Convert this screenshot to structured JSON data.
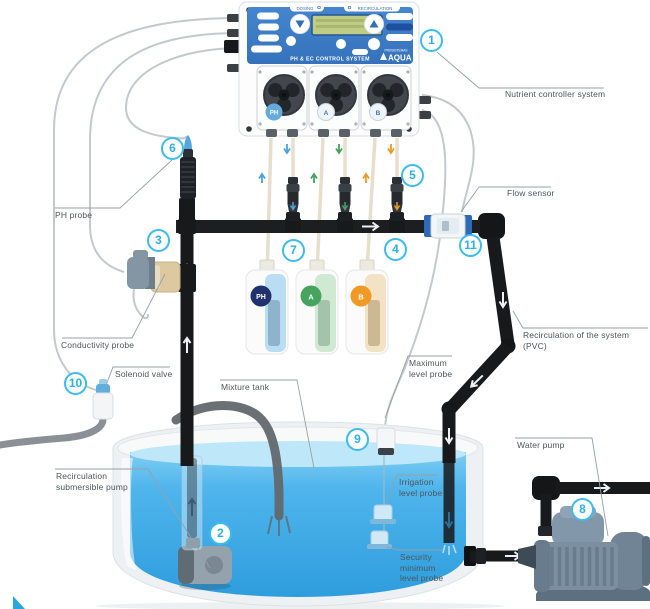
{
  "diagram": {
    "controller": {
      "title": "PH & EC CONTROL SYSTEM",
      "brand": "AQUA",
      "brand_prefix": "PROSISTEMAS",
      "button_dosing": "DOSING",
      "button_recirculation": "RECIRCULATION",
      "pumps": {
        "ph": "PH",
        "a": "A",
        "b": "B"
      }
    },
    "bottles": {
      "ph": "PH",
      "a": "A",
      "b": "B"
    },
    "callouts": {
      "c1": "1",
      "c2": "2",
      "c3": "3",
      "c4": "4",
      "c5": "5",
      "c6": "6",
      "c7": "7",
      "c8": "8",
      "c9": "9",
      "c10": "10",
      "c11": "11"
    },
    "labels": {
      "nutrient_controller": "Nutrient controller system",
      "flow_sensor": "Flow sensor",
      "ph_probe": "PH probe",
      "conductivity_probe": "Conductivity probe",
      "solenoid_valve": "Solenoid valve",
      "mixture_tank": "Mixture tank",
      "maximum_level_probe": "Maximum\nlevel probe",
      "recirculation_pvc": "Recirculation of the system (PVC)",
      "water_pump": "Water pump",
      "recirculation_submersible_pump": "Recirculation\nsubmersible pump",
      "irrigation_level_probe": "Irrigation\nlevel probe",
      "security_minimum_level_probe": "Security\nminimum\nlevel probe"
    },
    "colors": {
      "callout": "#2fb6e9",
      "panel_blue": "#3b7cc7",
      "water": "#3aa8e6",
      "dose_ph_blue": "#4aa3e0",
      "dose_a_green": "#46a45e",
      "dose_b_orange": "#f09a26"
    }
  }
}
